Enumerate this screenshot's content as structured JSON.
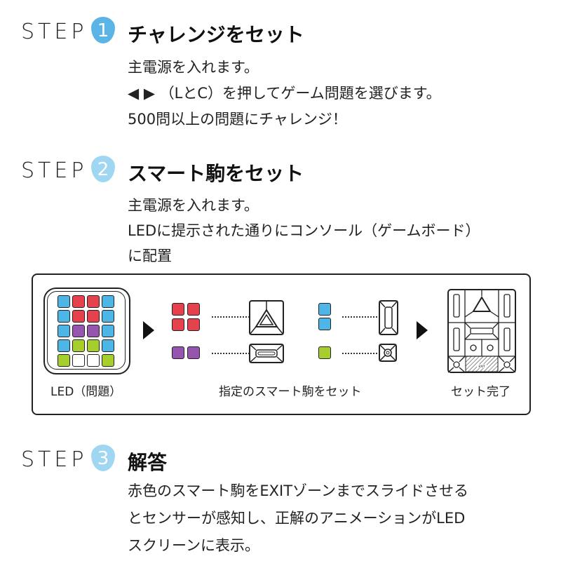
{
  "steps": [
    {
      "label": "STEP",
      "number": "1",
      "title": "チャレンジをセット",
      "lines": [
        "主電源を入れます。",
        "◀ ▶ （LとC）を押してゲーム問題を選びます。",
        "500問以上の問題にチャレンジ！"
      ]
    },
    {
      "label": "STEP",
      "number": "2",
      "title": "スマート駒をセット",
      "lines": [
        "主電源を入れます。",
        "LEDに提示された通りにコンソール（ゲームボード）",
        "に配置"
      ]
    },
    {
      "label": "STEP",
      "number": "3",
      "title": "解答",
      "lines": [
        "赤色のスマート駒をEXITゾーンまでスライドさせる",
        "とセンサーが感知し、正解のアニメーションがLED",
        "スクリーンに表示。"
      ]
    }
  ],
  "diagram": {
    "led_caption": "LED（問題）",
    "pieces_caption": "指定のスマート駒をセット",
    "done_caption": "セット完了",
    "exit_label": "EXIT",
    "led_grid": [
      [
        "blue",
        "red",
        "red",
        "blue"
      ],
      [
        "blue",
        "red",
        "red",
        "blue"
      ],
      [
        "blue",
        "purple",
        "purple",
        "blue"
      ],
      [
        "blue",
        "green",
        "green",
        "blue"
      ],
      [
        "green",
        "white",
        "white",
        "green"
      ]
    ]
  },
  "colors": {
    "blue": "#4db6e6",
    "red": "#e5424d",
    "purple": "#9656b0",
    "green": "#a6cf2e",
    "white": "#ffffff",
    "drop1": "#5ab4e5",
    "drop2": "#9fd6f2"
  }
}
